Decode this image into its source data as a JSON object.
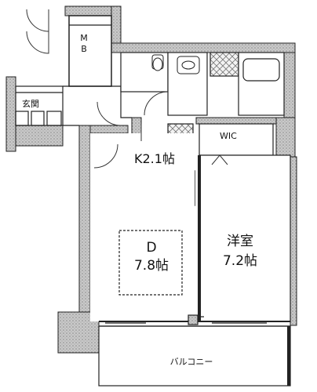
{
  "floorplan": {
    "rooms": {
      "mb": {
        "label": "MB"
      },
      "entrance": {
        "label": "玄関"
      },
      "kitchen": {
        "label": "K2.1帖"
      },
      "wic": {
        "label": "WIC"
      },
      "dining": {
        "name": "D",
        "size": "7.8帖"
      },
      "western_room": {
        "name": "洋室",
        "size": "7.2帖"
      },
      "balcony": {
        "label": "バルコニー"
      }
    }
  }
}
